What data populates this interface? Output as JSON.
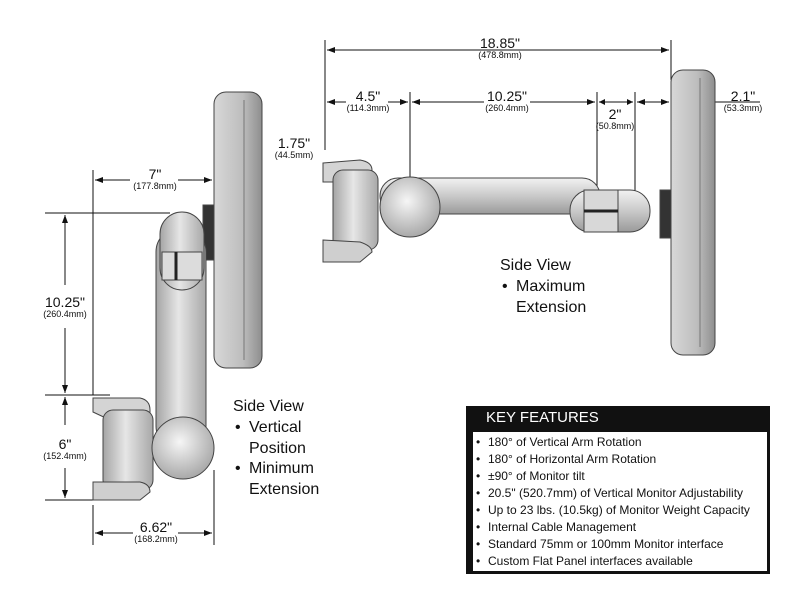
{
  "dimensions": {
    "top_total": {
      "value": "18.85\"",
      "metric": "(478.8mm)"
    },
    "top_base": {
      "value": "4.5\"",
      "metric": "(114.3mm)"
    },
    "top_arm": {
      "value": "10.25\"",
      "metric": "(260.4mm)"
    },
    "top_joint": {
      "value": "2\"",
      "metric": "(50.8mm)"
    },
    "top_monitor": {
      "value": "2.1\"",
      "metric": "(53.3mm)"
    },
    "top_bracket": {
      "value": "1.75\"",
      "metric": "(44.5mm)"
    },
    "left_width": {
      "value": "7\"",
      "metric": "(177.8mm)"
    },
    "left_arm": {
      "value": "10.25\"",
      "metric": "(260.4mm)"
    },
    "left_base": {
      "value": "6\"",
      "metric": "(152.4mm)"
    },
    "left_bottom": {
      "value": "6.62\"",
      "metric": "(168.2mm)"
    }
  },
  "views": {
    "maximum": {
      "title": "Side View",
      "bullets": [
        "Maximum Extension"
      ]
    },
    "vertical": {
      "title": "Side View",
      "bullets": [
        "Vertical Position",
        "Minimum Extension"
      ]
    }
  },
  "key_features": {
    "heading": "KEY FEATURES",
    "items": [
      "180° of Vertical Arm Rotation",
      "180° of Horizontal Arm Rotation",
      "±90° of Monitor tilt",
      "20.5\" (520.7mm) of Vertical Monitor Adjustability",
      "Up to 23 lbs. (10.5kg) of Monitor Weight Capacity",
      "Internal Cable Management",
      "Standard 75mm or 100mm Monitor interface",
      "Custom Flat Panel interfaces available"
    ]
  }
}
